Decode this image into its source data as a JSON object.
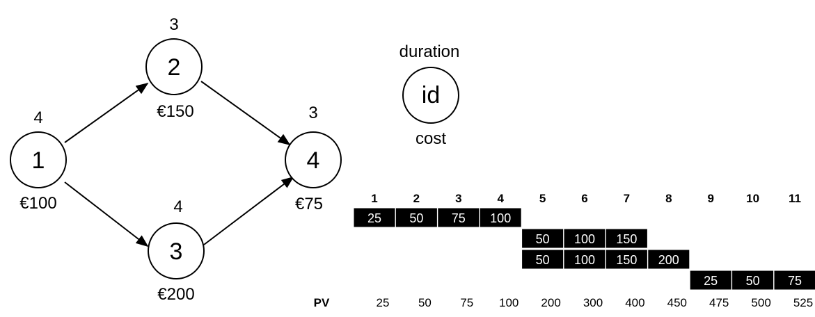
{
  "network": {
    "nodes": [
      {
        "id": "1",
        "duration": "4",
        "cost": "€100"
      },
      {
        "id": "2",
        "duration": "3",
        "cost": "€150"
      },
      {
        "id": "3",
        "duration": "4",
        "cost": "€200"
      },
      {
        "id": "4",
        "duration": "3",
        "cost": "€75"
      }
    ],
    "edges": [
      [
        "1",
        "2"
      ],
      [
        "1",
        "3"
      ],
      [
        "2",
        "4"
      ],
      [
        "3",
        "4"
      ]
    ]
  },
  "legend": {
    "duration": "duration",
    "id": "id",
    "cost": "cost"
  },
  "schedule": {
    "periods": [
      "1",
      "2",
      "3",
      "4",
      "5",
      "6",
      "7",
      "8",
      "9",
      "10",
      "11"
    ],
    "rows": [
      {
        "activity": "1",
        "cells": [
          {
            "period": 1,
            "value": "25"
          },
          {
            "period": 2,
            "value": "50"
          },
          {
            "period": 3,
            "value": "75"
          },
          {
            "period": 4,
            "value": "100"
          }
        ]
      },
      {
        "activity": "2",
        "cells": [
          {
            "period": 5,
            "value": "50"
          },
          {
            "period": 6,
            "value": "100"
          },
          {
            "period": 7,
            "value": "150"
          }
        ]
      },
      {
        "activity": "3",
        "cells": [
          {
            "period": 5,
            "value": "50"
          },
          {
            "period": 6,
            "value": "100"
          },
          {
            "period": 7,
            "value": "150"
          },
          {
            "period": 8,
            "value": "200"
          }
        ]
      },
      {
        "activity": "4",
        "cells": [
          {
            "period": 9,
            "value": "25"
          },
          {
            "period": 10,
            "value": "50"
          },
          {
            "period": 11,
            "value": "75"
          }
        ]
      }
    ],
    "pv_label": "PV",
    "pv_values": [
      "25",
      "50",
      "75",
      "100",
      "200",
      "300",
      "400",
      "450",
      "475",
      "500",
      "525"
    ]
  }
}
